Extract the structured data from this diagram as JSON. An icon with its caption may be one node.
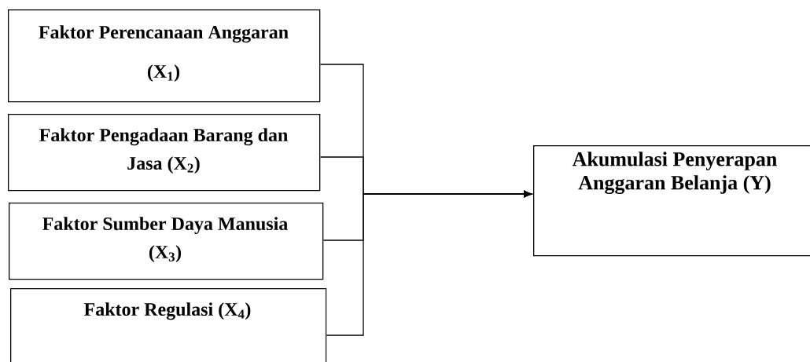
{
  "diagram": {
    "nodes": [
      {
        "text": [
          "Faktor Perencanaan Anggaran (X$_{1}$)"
        ]
      },
      {
        "text": [
          "Faktor Pengadaan Barang dan Jasa (X$_{2}$)"
        ]
      },
      {
        "text": [
          "Faktor Sumber Daya Manusia (X$_{3}$)"
        ]
      },
      {
        "text": [
          "Faktor Regulasi (X$_{4}$)"
        ]
      },
      {
        "text": [
          "Akumulasi Penyerapan Anggaran Belanja (Y)"
        ]
      }
    ],
    "edges": [
      {
        "from": 0,
        "to": 4,
        "arrow": "to"
      },
      {
        "from": 1,
        "to": 4,
        "arrow": "to"
      },
      {
        "from": 2,
        "to": 4,
        "arrow": "to"
      },
      {
        "from": 3,
        "to": 4,
        "arrow": "to"
      }
    ]
  }
}
